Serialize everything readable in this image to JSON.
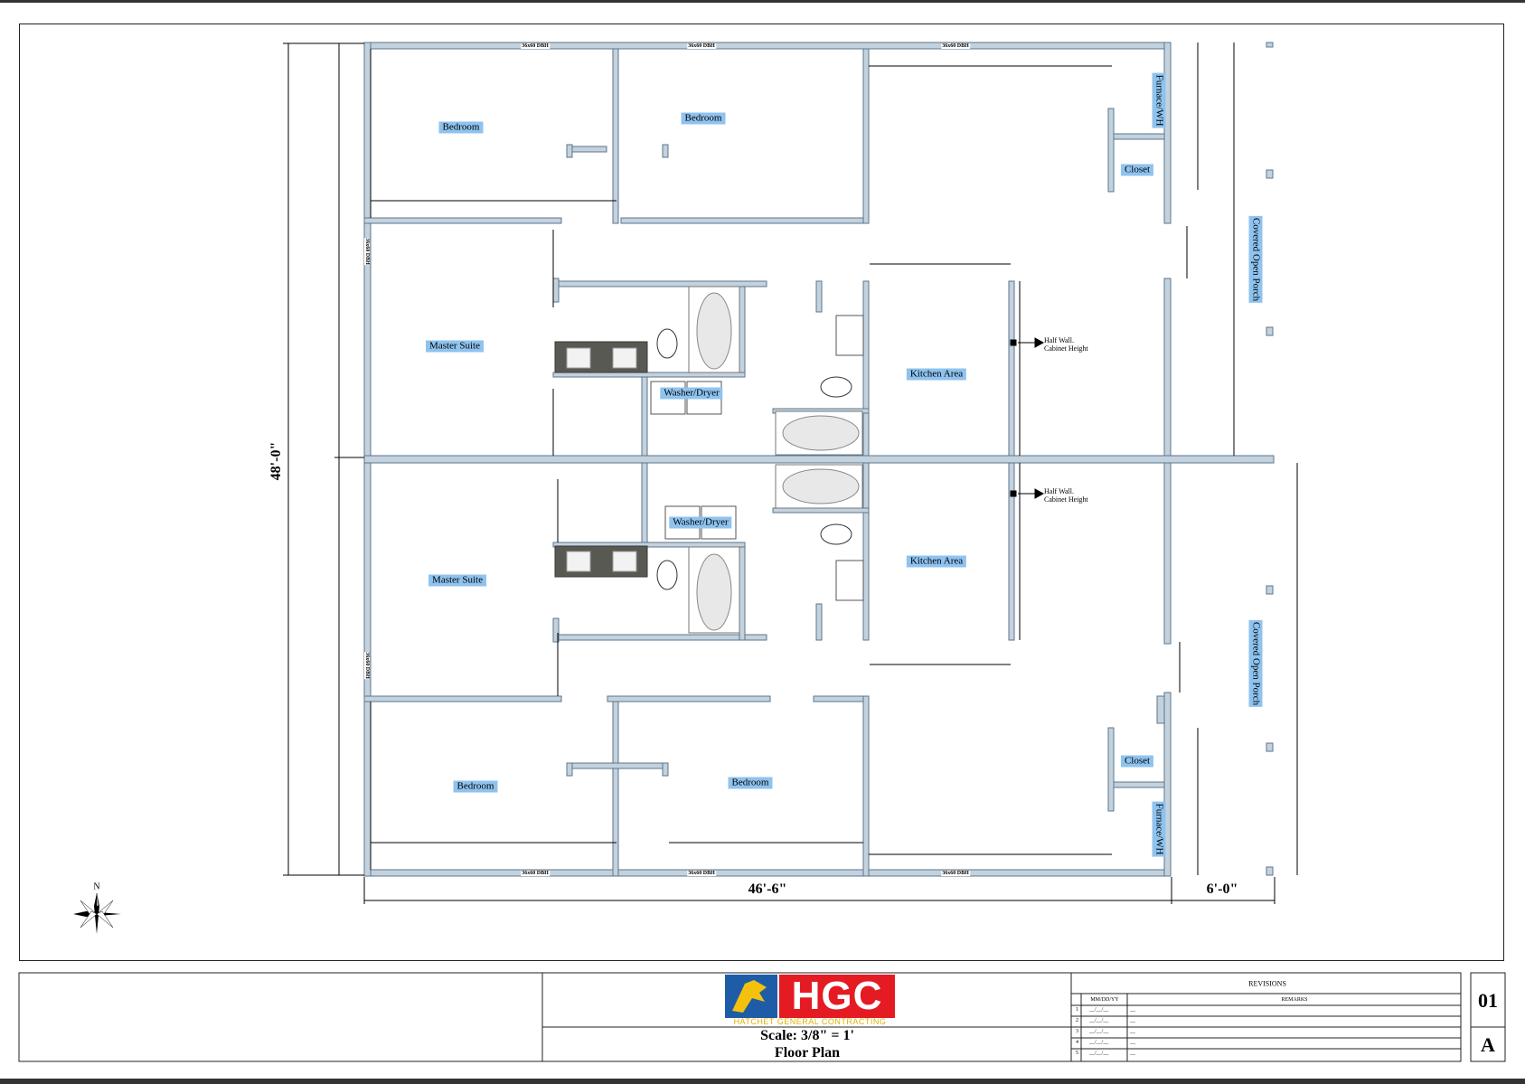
{
  "rooms": {
    "bedroom_nw": "Bedroom",
    "bedroom_n2": "Bedroom",
    "master_n": "Master Suite",
    "washer_n": "Washer/Dryer",
    "kitchen_n": "Kitchen Area",
    "closet_n": "Closet",
    "furnace_n": "Furnace/WH",
    "porch_n": "Covered Open Porch",
    "master_s": "Master Suite",
    "washer_s": "Washer/Dryer",
    "kitchen_s": "Kitchen Area",
    "closet_s": "Closet",
    "furnace_s": "Furnace/WH",
    "porch_s": "Covered Open Porch",
    "bedroom_sw": "Bedroom",
    "bedroom_s2": "Bedroom"
  },
  "notes": {
    "half_wall_n_1": "Half Wall.",
    "half_wall_n_2": "Cabinet Height",
    "half_wall_s_1": "Half Wall.",
    "half_wall_s_2": "Cabinet Height"
  },
  "windows": {
    "label": "36x60 DBH"
  },
  "dimensions": {
    "overall_depth": "48'-0\"",
    "overall_width": "46'-6\"",
    "porch_width": "6'-0\""
  },
  "compass": {
    "north": "N"
  },
  "title_block": {
    "logo_text": "HGC",
    "logo_subtitle": "HATCHET GENERAL CONTRACTING",
    "scale": "Scale: 3/8\" = 1'",
    "title": "Floor Plan",
    "revisions_title": "REVISIONS",
    "col_date": "MM/DD/YY",
    "col_remarks": "REMARKS",
    "rev_rows": [
      "1",
      "2",
      "3",
      "4",
      "5"
    ],
    "rev_date_placeholder": "__/__/__",
    "rev_remark_placeholder": "__",
    "sheet_number": "01",
    "sheet_revision": "A"
  },
  "colors": {
    "wall_fill": "#c3d2df",
    "wall_stroke": "#5d7689",
    "room_label_bg": "#8fc3ef",
    "counter": "#595953",
    "logo_red": "#e41b23",
    "logo_blue": "#1f5ca8"
  }
}
